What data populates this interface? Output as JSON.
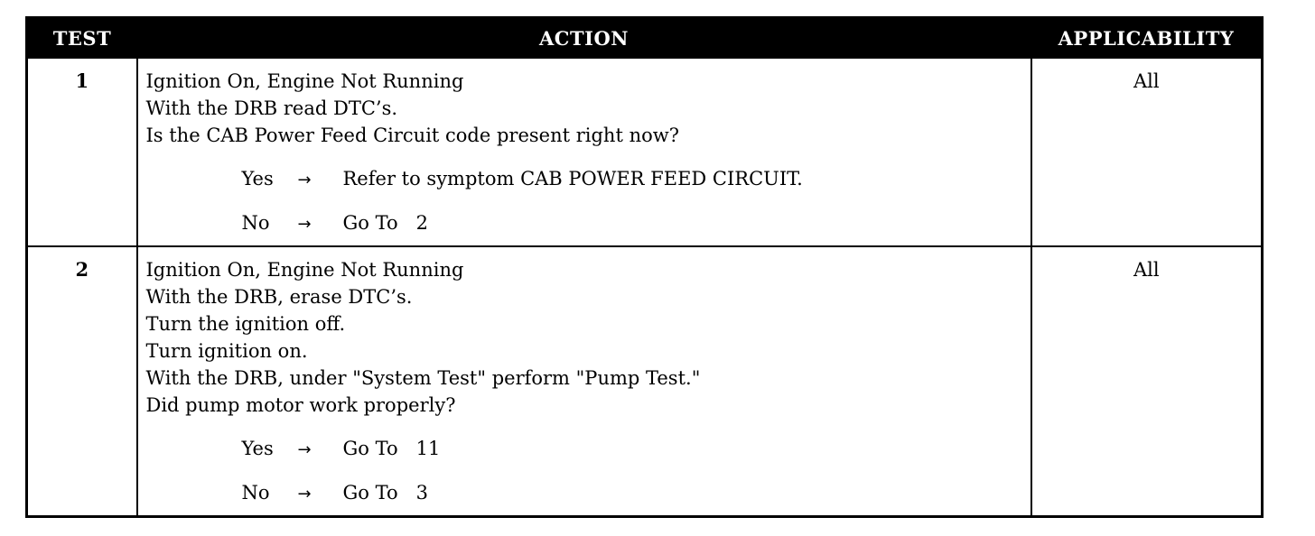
{
  "table": {
    "headers": {
      "test": "TEST",
      "action": "ACTION",
      "applicability": "APPLICABILITY"
    },
    "rows": [
      {
        "test": "1",
        "action_lines": [
          "Ignition On, Engine Not Running",
          "With the DRB read DTC’s.",
          "Is the CAB Power Feed Circuit code present right now?"
        ],
        "outcomes": [
          {
            "answer": "Yes",
            "arrow": "→",
            "result": "Refer to symptom CAB POWER FEED CIRCUIT.",
            "target": ""
          },
          {
            "answer": "No",
            "arrow": "→",
            "result": "Go To",
            "target": "2"
          }
        ],
        "applicability": "All"
      },
      {
        "test": "2",
        "action_lines": [
          "Ignition On, Engine Not Running",
          "With the DRB, erase DTC’s.",
          "Turn the ignition off.",
          "Turn ignition on.",
          "With the DRB, under \"System Test\" perform \"Pump Test.\"",
          "Did pump motor work properly?"
        ],
        "outcomes": [
          {
            "answer": "Yes",
            "arrow": "→",
            "result": "Go To",
            "target": "11"
          },
          {
            "answer": "No",
            "arrow": "→",
            "result": "Go To",
            "target": "3"
          }
        ],
        "applicability": "All"
      }
    ]
  }
}
